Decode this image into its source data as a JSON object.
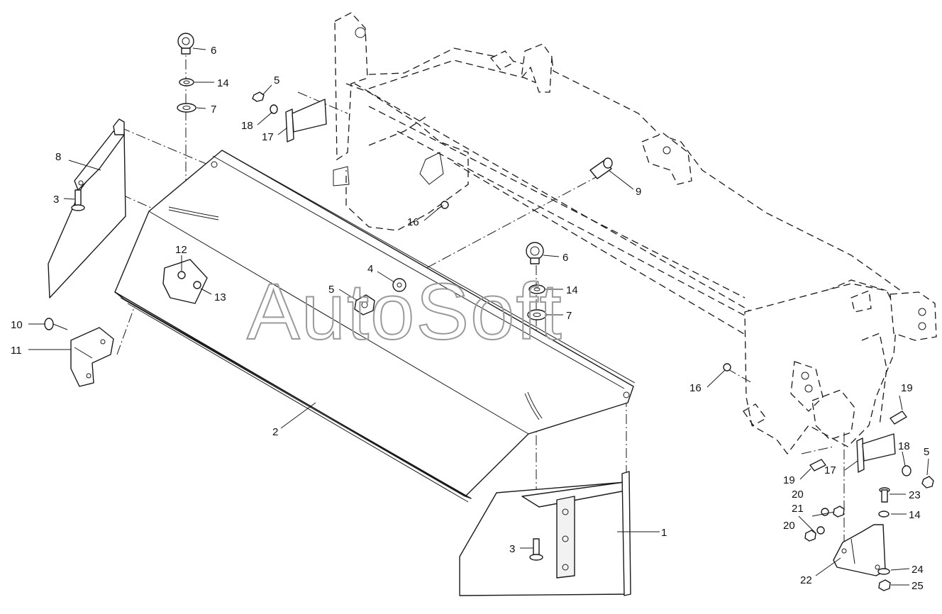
{
  "watermark": "AutoSoft",
  "callouts": [
    {
      "id": "c6a",
      "label": "6"
    },
    {
      "id": "c14a",
      "label": "14"
    },
    {
      "id": "c7a",
      "label": "7"
    },
    {
      "id": "c5a",
      "label": "5"
    },
    {
      "id": "c18a",
      "label": "18"
    },
    {
      "id": "c17a",
      "label": "17"
    },
    {
      "id": "c8",
      "label": "8"
    },
    {
      "id": "c3a",
      "label": "3"
    },
    {
      "id": "c9",
      "label": "9"
    },
    {
      "id": "c16a",
      "label": "16"
    },
    {
      "id": "c12",
      "label": "12"
    },
    {
      "id": "c13",
      "label": "13"
    },
    {
      "id": "c6b",
      "label": "6"
    },
    {
      "id": "c4",
      "label": "4"
    },
    {
      "id": "c5b",
      "label": "5"
    },
    {
      "id": "c14b",
      "label": "14"
    },
    {
      "id": "c7b",
      "label": "7"
    },
    {
      "id": "c10",
      "label": "10"
    },
    {
      "id": "c11",
      "label": "11"
    },
    {
      "id": "c2",
      "label": "2"
    },
    {
      "id": "c1",
      "label": "1"
    },
    {
      "id": "c3b",
      "label": "3"
    },
    {
      "id": "c16b",
      "label": "16"
    },
    {
      "id": "c19a",
      "label": "19"
    },
    {
      "id": "c19b",
      "label": "19"
    },
    {
      "id": "c17b",
      "label": "17"
    },
    {
      "id": "c18b",
      "label": "18"
    },
    {
      "id": "c5c",
      "label": "5"
    },
    {
      "id": "c23",
      "label": "23"
    },
    {
      "id": "c20a",
      "label": "20"
    },
    {
      "id": "c21",
      "label": "21"
    },
    {
      "id": "c14c",
      "label": "14"
    },
    {
      "id": "c20b",
      "label": "20"
    },
    {
      "id": "c22",
      "label": "22"
    },
    {
      "id": "c24",
      "label": "24"
    },
    {
      "id": "c25",
      "label": "25"
    }
  ]
}
